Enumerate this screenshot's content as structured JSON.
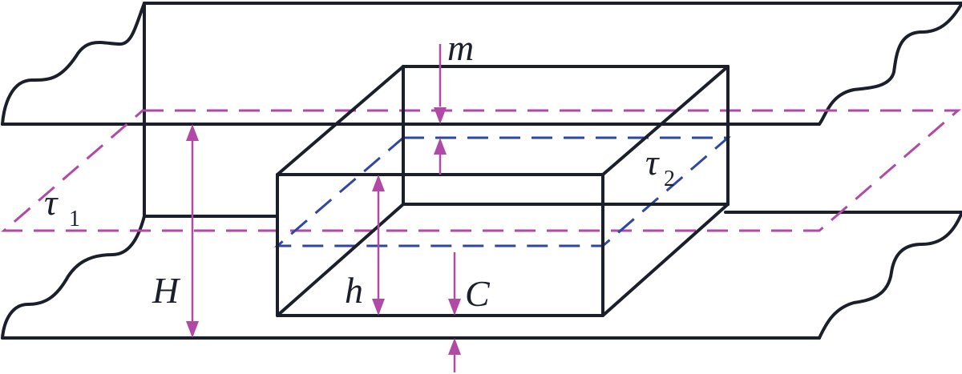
{
  "labels": {
    "m": "m",
    "tau1": "τ",
    "tau1_sub": "1",
    "tau2": "τ",
    "tau2_sub": "2",
    "H": "H",
    "h": "h",
    "C": "C"
  },
  "colors": {
    "edge": "#1a1f2b",
    "plane_tau1": "#b14aa6",
    "plane_tau2": "#2e47a6",
    "dimension": "#b14aa6"
  }
}
